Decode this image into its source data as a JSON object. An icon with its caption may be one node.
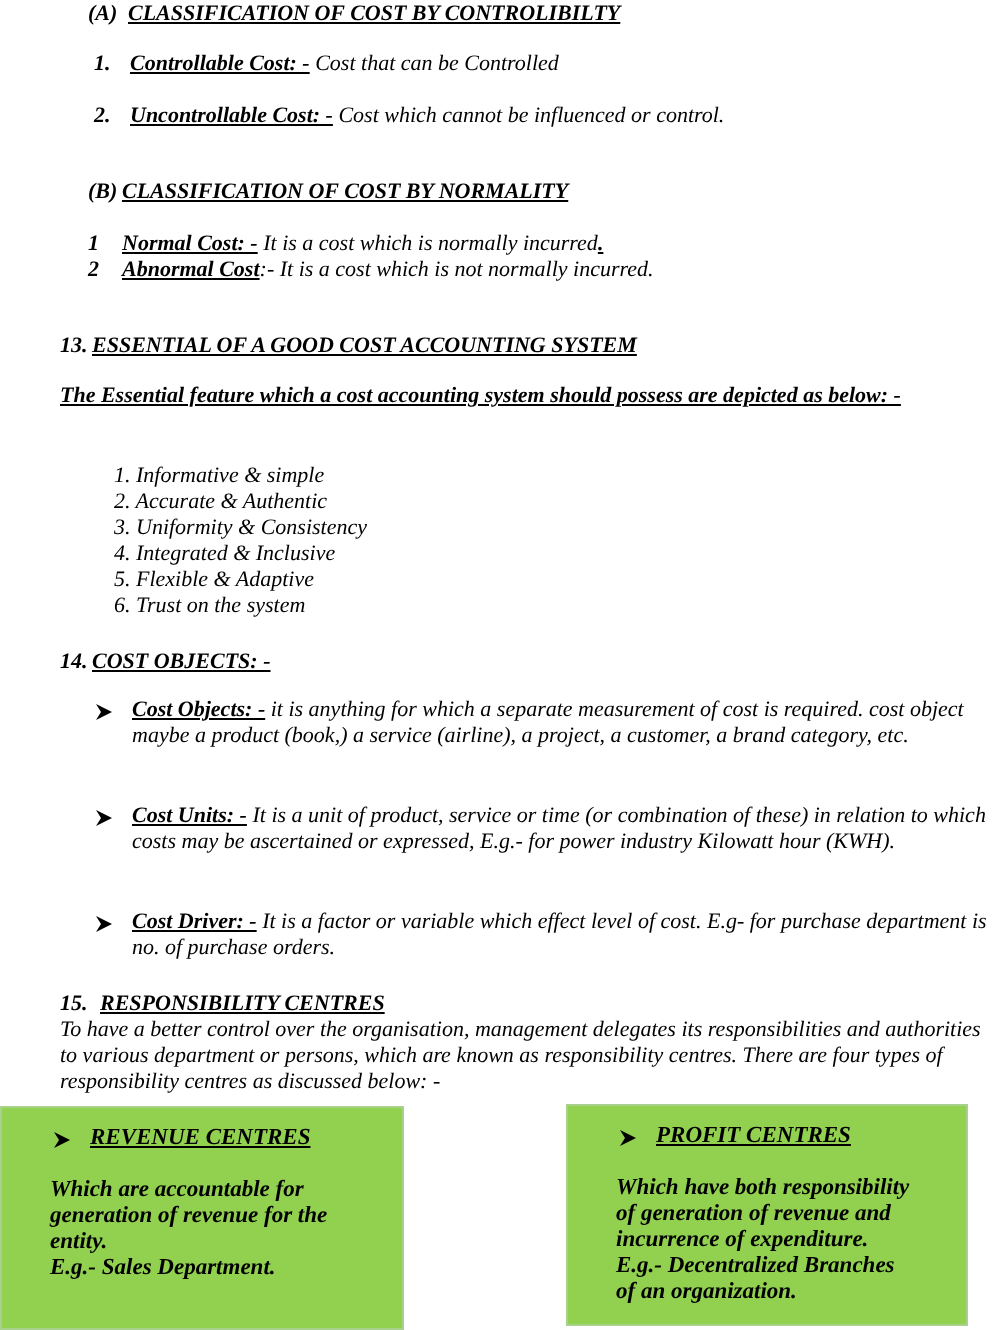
{
  "diagram": {
    "nodes": [
      {
        "text": [
          "REVENUE CENTRES",
          "Which are accountable for generation of revenue for the entity.",
          "E.g.- Sales Department."
        ]
      },
      {
        "text": [
          "PROFIT CENTRES",
          "Which have both responsibility of generation of revenue and incurrence of expenditure.",
          "E.g.- Decentralized Branches of an organization."
        ]
      }
    ],
    "labels": [
      "(A)",
      "CLASSIFICATION OF COST BY CONTROLIBILTY",
      "1.",
      "**Controllable Cost: -** Cost that can be Controlled",
      "2.",
      "**Uncontrollable Cost: -** Cost which cannot be influenced or control.",
      "(B)",
      "CLASSIFICATION OF COST BY NORMALITY",
      "1",
      "**Normal Cost: -** It is a cost which is normally incurred**.**",
      "2",
      "**Abnormal Cost**:- It is a cost which is not normally incurred.",
      "13.",
      "ESSENTIAL OF A GOOD COST ACCOUNTING SYSTEM",
      "The Essential feature which a cost accounting system should possess are depicted as below: -",
      "1. Informative & simple",
      "2. Accurate & Authentic",
      "3. Uniformity & Consistency",
      "4. Integrated & Inclusive",
      "5. Flexible & Adaptive",
      "6. Trust on the system",
      "14.",
      "COST OBJECTS: -",
      "**Cost Objects: -** it is anything for which a separate measurement of cost is required. cost object maybe a product (book,) a service (airline), a project, a customer, a brand category, etc.",
      "**Cost Units: -** It is a unit of product, service or time (or combination of these) in relation to which costs may be ascertained or expressed, E.g.- for power industry Kilowatt hour (KWH).",
      "**Cost Driver: -** It is a factor or variable which effect level of cost. E.g- for purchase department is no. of purchase orders.",
      "15.",
      "RESPONSIBILITY CENTRES",
      "To have a better control over the organisation, management delegates its responsibilities and authorities to various department or persons, which are known as responsibility centres. There are four types of responsibility centres as discussed below: -"
    ]
  }
}
